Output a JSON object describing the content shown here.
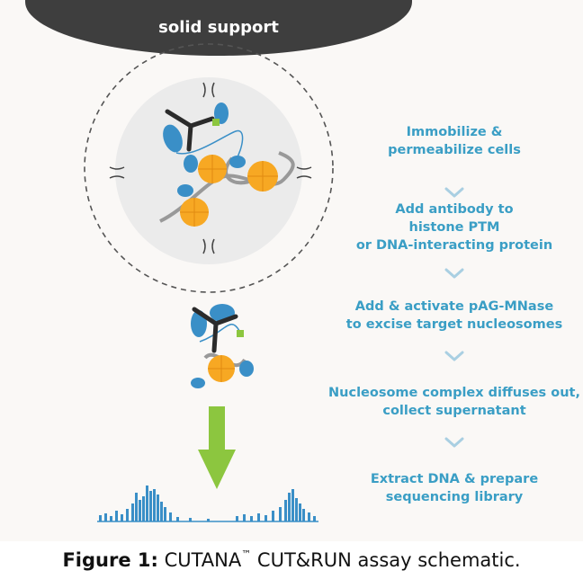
{
  "support_label": "solid support",
  "steps": [
    {
      "lines": [
        "Immobilize &",
        "permeabilize cells"
      ]
    },
    {
      "lines": [
        "Add antibody to",
        "histone PTM",
        "or DNA-interacting protein"
      ]
    },
    {
      "lines": [
        "Add & activate pAG-MNase",
        "to excise target nucleosomes"
      ]
    },
    {
      "lines": [
        "Nucleosome complex diffuses out,",
        "collect supernatant"
      ]
    },
    {
      "lines": [
        "Extract DNA & prepare",
        "sequencing library"
      ]
    }
  ],
  "caption": {
    "prefix": "Figure 1:",
    "brand": "CUTANA",
    "tm": "™",
    "rest": " CUT&RUN assay schematic."
  },
  "colors": {
    "step_text": "#3a9ec5",
    "chevron": "#a9cfe2",
    "arrow": "#8cc63f",
    "nucleosome": "#f7a823",
    "protein_blue": "#3a8fc7",
    "antibody": "#2b2b2b",
    "tag": "#8cc63f",
    "support": "#3e3e3e",
    "peaks": "#3a8fc7"
  },
  "icons": [
    "chevron-down-icon",
    "down-arrow-icon",
    "nucleosome-icon",
    "antibody-icon"
  ]
}
